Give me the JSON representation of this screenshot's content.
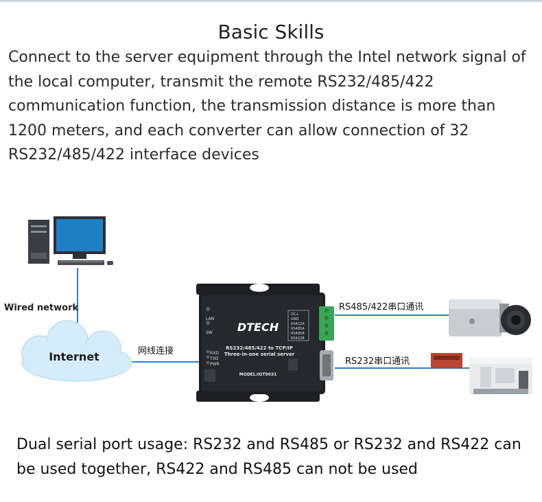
{
  "header": {
    "title": "Basic Skills",
    "description": "Connect to the server equipment through the Intel network signal of the local computer, transmit the remote RS232/485/422 communication function, the transmission distance is more than 1200 meters, and each converter can allow connection of 32 RS232/485/422 interface devices"
  },
  "diagram": {
    "computer": {
      "icon": "desktop-computer-icon"
    },
    "wired_network_label": "Wired network",
    "internet_label": "Internet",
    "network_connection_label": "网线连接",
    "rs485_link_label": "RS485/422串口通讯",
    "rs232_link_label": "RS232串口通讯",
    "device": {
      "brand": "DTECH",
      "line1": "RS232/485/422 to TCP/IP",
      "line2": "Three-in-one serial server",
      "model": "MODEL:IOT9031",
      "led_labels": [
        "LAN",
        "SW",
        "RXD",
        "TXD",
        "PWR"
      ],
      "terminal_labels": [
        "DC+",
        "GND",
        "RS422A",
        "RS485A",
        "RS485B",
        "RS422B"
      ]
    },
    "colors": {
      "link": "#2f7dc8",
      "device": "#1d1f22",
      "cloud": "#d5ecfa",
      "terminal": "#3aa655"
    }
  },
  "footer": {
    "note": "Dual serial port usage: RS232 and RS485 or RS232 and RS422 can be used together, RS422 and RS485 can not be used"
  }
}
